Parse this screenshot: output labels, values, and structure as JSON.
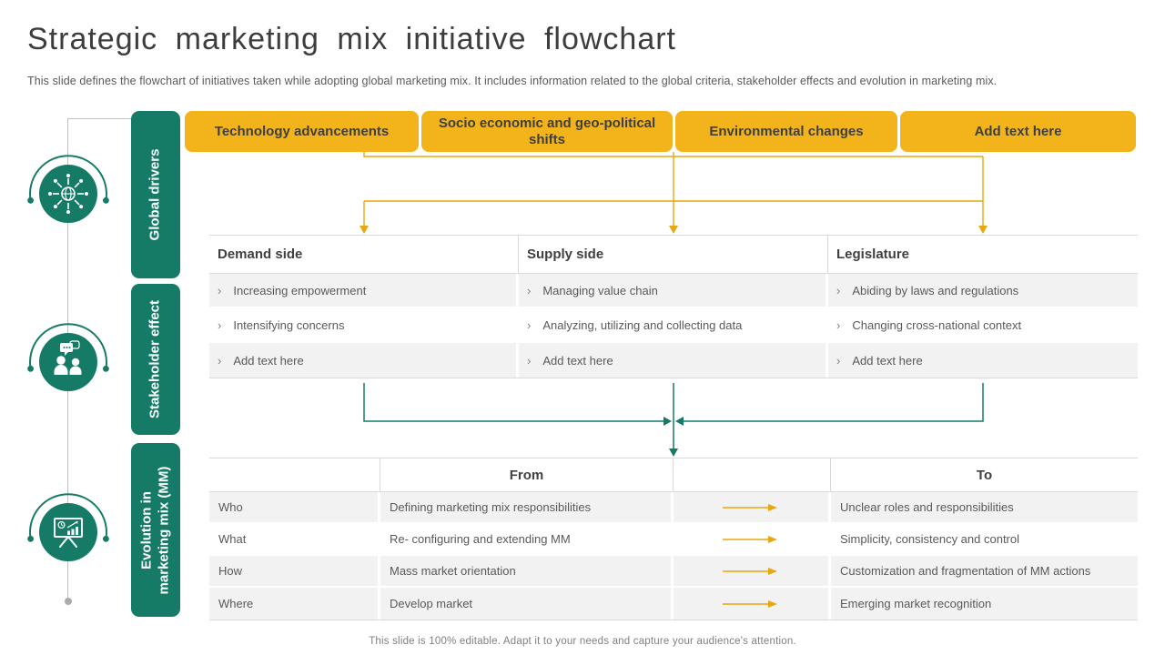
{
  "slide": {
    "title": "Strategic marketing mix initiative flowchart",
    "subtitle": "This slide defines the flowchart of initiatives taken while adopting global marketing mix. It includes information related to the global criteria, stakeholder effects and evolution in marketing mix.",
    "footer": "This slide is 100% editable. Adapt it to your needs and capture your audience's attention."
  },
  "colors": {
    "green": "#167B66",
    "yellow": "#F3B31B",
    "connector_yellow": "#E6A711",
    "text_dark": "#404040",
    "text_gray": "#595959",
    "row_band": "#F2F2F2",
    "border": "#D9D9D9"
  },
  "icons": {
    "global_drivers": "network-hub-icon",
    "stakeholder_effect": "people-discussion-icon",
    "evolution": "presentation-chart-icon",
    "list_bullet": "chevron-right-glyph",
    "flow_arrow": "right-arrow-icon"
  },
  "side_labels": [
    {
      "label": "Global drivers"
    },
    {
      "label": "Stakeholder effect"
    },
    {
      "label": "Evolution in marketing mix (MM)"
    }
  ],
  "driver_buttons": [
    "Technology advancements",
    "Socio economic and geo-political shifts",
    "Environmental changes",
    "Add text here"
  ],
  "stakeholder_table": {
    "bullet": "›",
    "columns": [
      {
        "header": "Demand side",
        "items": [
          "Increasing empowerment",
          "Intensifying concerns",
          "Add text here"
        ]
      },
      {
        "header": "Supply side",
        "items": [
          "Managing value chain",
          "Analyzing, utilizing and collecting data",
          "Add text here"
        ]
      },
      {
        "header": "Legislature",
        "items": [
          "Abiding by laws and regulations",
          "Changing cross-national context",
          "Add text here"
        ]
      }
    ]
  },
  "evolution_table": {
    "from_header": "From",
    "to_header": "To",
    "rows": [
      {
        "aspect": "Who",
        "from": "Defining marketing mix responsibilities",
        "to": "Unclear roles and responsibilities"
      },
      {
        "aspect": "What",
        "from": "Re- configuring and extending MM",
        "to": "Simplicity, consistency and control"
      },
      {
        "aspect": "How",
        "from": "Mass market orientation",
        "to": "Customization and fragmentation of MM actions"
      },
      {
        "aspect": "Where",
        "from": "Develop market",
        "to": "Emerging market recognition"
      }
    ]
  }
}
